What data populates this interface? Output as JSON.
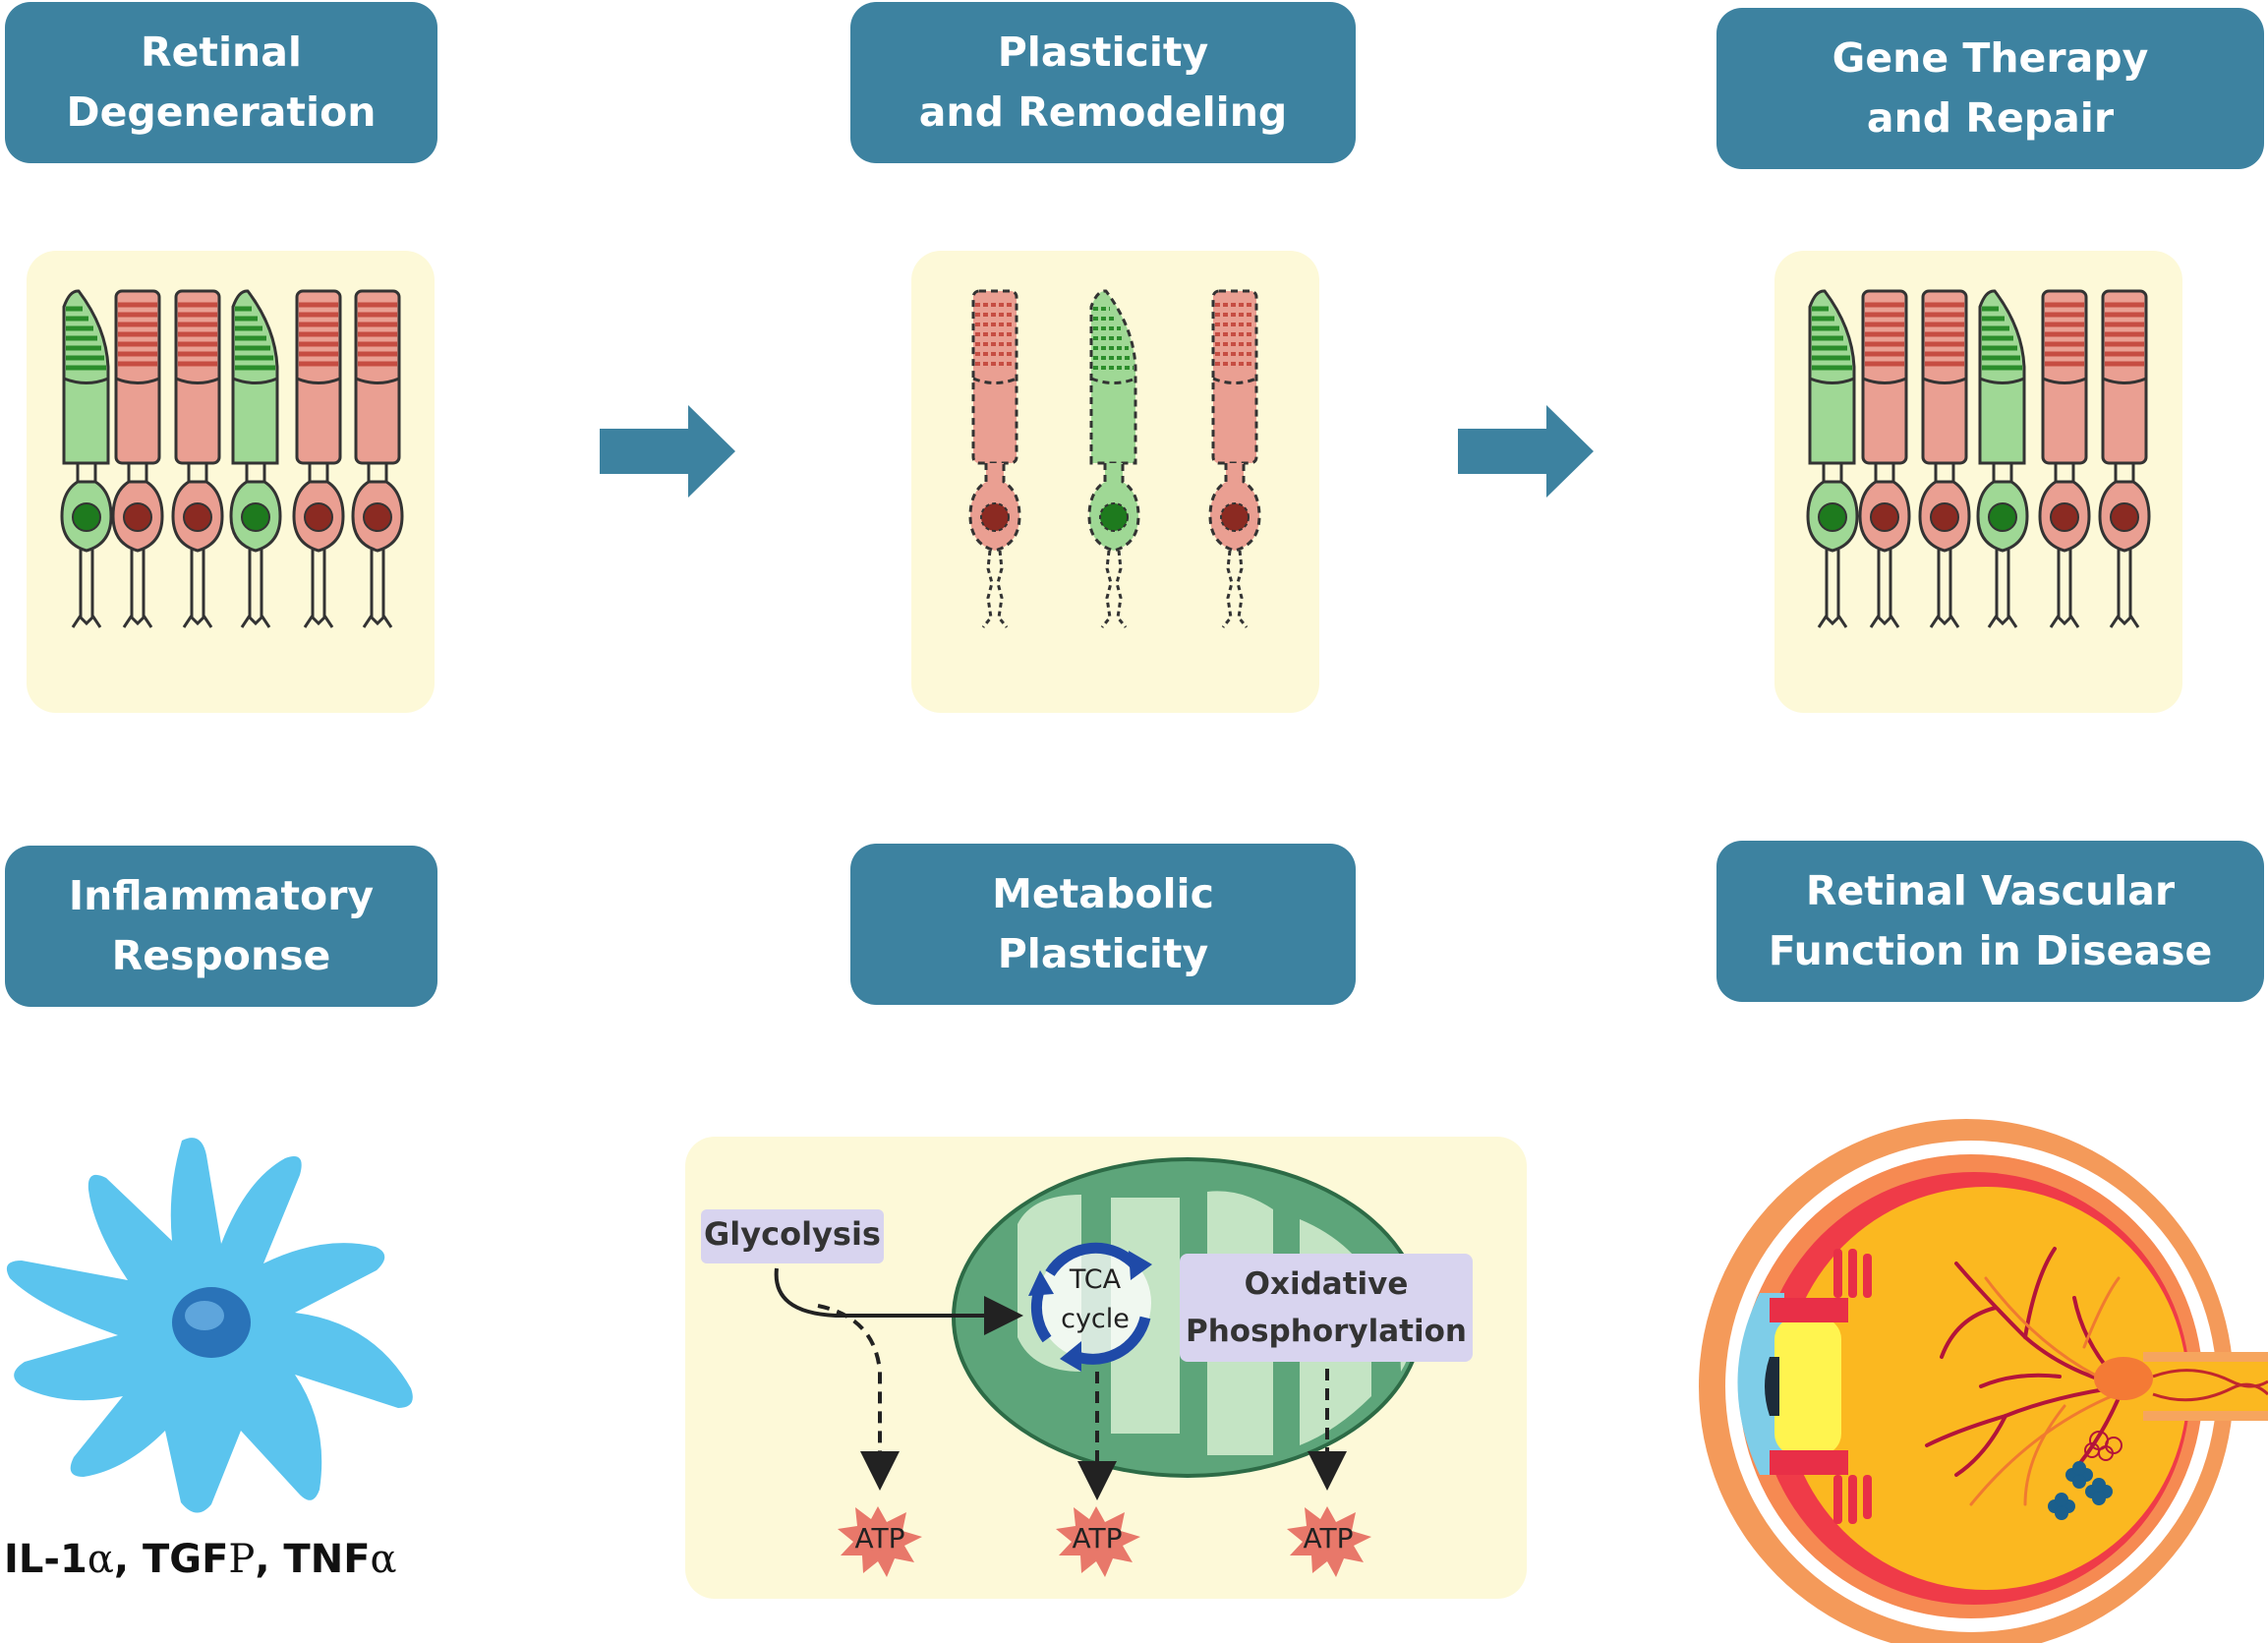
{
  "headers": {
    "retinal_degeneration": [
      "Retinal",
      "Degeneration"
    ],
    "plasticity_remodeling": [
      "Plasticity",
      "and Remodeling"
    ],
    "gene_therapy": [
      "Gene Therapy",
      "and Repair"
    ],
    "inflammatory_response": [
      "Inflammatory",
      "Response"
    ],
    "metabolic_plasticity": [
      "Metabolic",
      "Plasticity"
    ],
    "retinal_vascular": [
      "Retinal Vascular",
      "Function in Disease"
    ]
  },
  "metabolism": {
    "glycolysis": "Glycolysis",
    "tca_line1": "TCA",
    "tca_line2": "cycle",
    "oxphos_line1": "Oxidative",
    "oxphos_line2": "Phosphorylation",
    "atp": "ATP"
  },
  "cytokines": {
    "il": "IL-1",
    "alpha": "α",
    "sep": ", TGF",
    "p": "Ρ",
    "tnf": ", TNF"
  },
  "colors": {
    "header_bg": "#3d82a0",
    "panel_bg": "#fdf9d8",
    "cone_green": "#9fd895",
    "rod_pink": "#ea9f92",
    "arrow": "#3d82a0"
  }
}
